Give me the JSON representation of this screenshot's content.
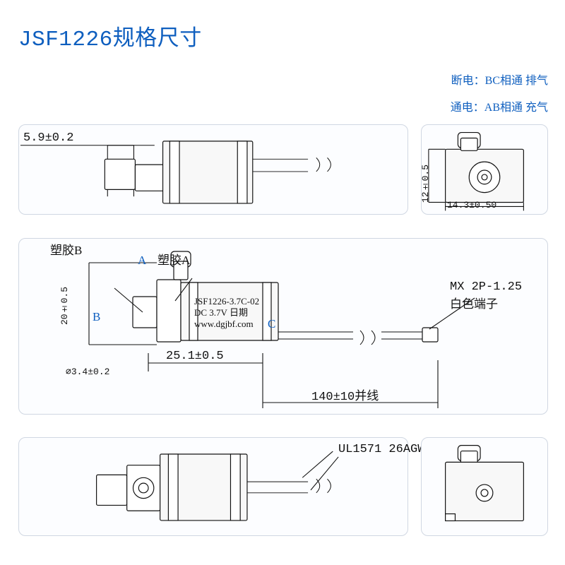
{
  "title": "JSF1226规格尺寸",
  "notes": [
    "断电：BC相通 排气",
    "通电：AB相通 充气"
  ],
  "top_view": {
    "dim_stroke": "5.9±0.2"
  },
  "end_view": {
    "dim_height": "12±0.5",
    "dim_width": "14.3±0.50"
  },
  "front_view": {
    "dim_height": "20±0.5",
    "dim_body": "25.1±0.5",
    "dim_diameter": "∅3.4±0.2",
    "dim_lead": "140±10并线",
    "label_plastic_b": "塑胶B",
    "label_plastic_a": "塑胶A",
    "port_a": "A",
    "port_b": "B",
    "port_c": "C",
    "connector_type": "MX 2P-1.25",
    "connector_desc": "白色端子",
    "marking_line1": "JSF1226-3.7C-02",
    "marking_line2": "DC 3.7V  日期",
    "marking_line3": "www.dgjbf.com"
  },
  "bottom_view": {
    "wire_spec": "UL1571 26AGW"
  },
  "colors": {
    "accent": "#0f5fbf"
  }
}
